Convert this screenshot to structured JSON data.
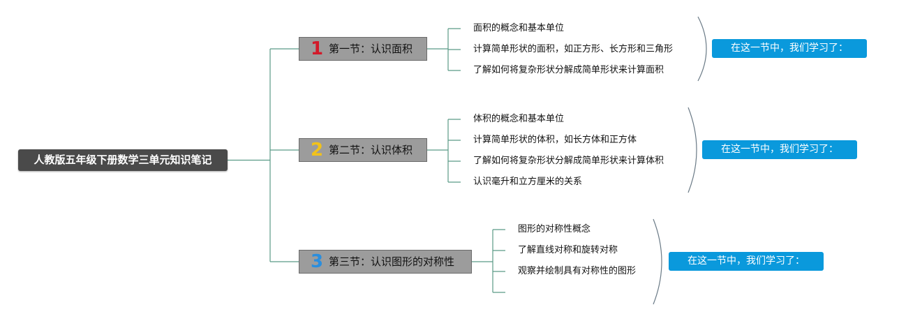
{
  "root": {
    "title": "人教版五年级下册数学三单元知识笔记"
  },
  "sections": [
    {
      "number": "1",
      "number_color": "#d21a2a",
      "title": "第一节：认识面积",
      "topics": [
        "面积的概念和基本单位",
        "计算简单形状的面积，如正方形、长方形和三角形",
        "了解如何将复杂形状分解成简单形状来计算面积"
      ],
      "summary": "在这一节中，我们学习了："
    },
    {
      "number": "2",
      "number_color": "#f2c21a",
      "title": "第二节：认识体积",
      "topics": [
        "体积的概念和基本单位",
        "计算简单形状的体积，如长方体和正方体",
        "了解如何将复杂形状分解成简单形状来计算体积",
        "认识毫升和立方厘米的关系"
      ],
      "summary": "在这一节中，我们学习了："
    },
    {
      "number": "3",
      "number_color": "#2a8ede",
      "title": "第三节：认识图形的对称性",
      "topics": [
        "图形的对称性概念",
        "了解直线对称和旋转对称",
        "观察并绘制具有对称性的图形"
      ],
      "summary": "在这一节中，我们学习了："
    }
  ],
  "colors": {
    "connector": "#4f8f7a",
    "summary_bg": "#0a99dc",
    "root_bg": "#4a4a4a",
    "section_bg": "#9c9c9c"
  }
}
